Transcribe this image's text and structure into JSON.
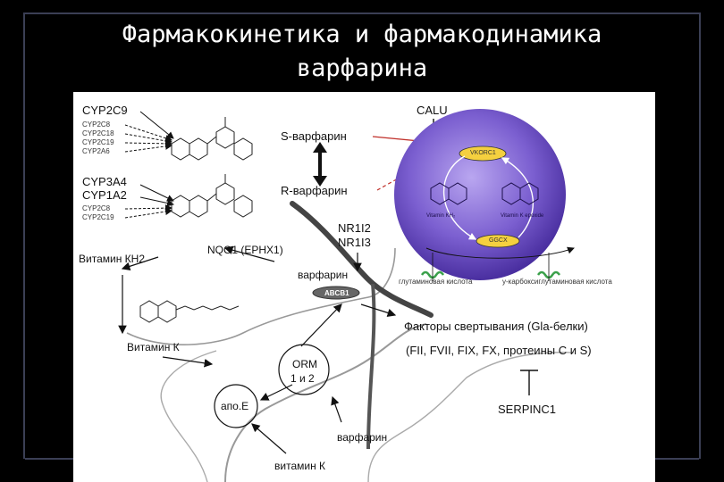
{
  "slide": {
    "title_line1": "Фармакокинетика и фармакодинамика",
    "title_line2": "варфарина"
  },
  "diagram": {
    "enzymes_top": {
      "main": "CYP2C9",
      "minor": [
        "CYP2C8",
        "CYP2C18",
        "CYP2C19",
        "CYP2A6"
      ]
    },
    "enzymes_bottom": {
      "main1": "CYP3A4",
      "main2": "CYP1A2",
      "minor": [
        "CYP2C8",
        "CYP2C19"
      ]
    },
    "s_warfarin": "S-варфарин",
    "r_warfarin": "R-варфарин",
    "calu": "CALU",
    "nr1i2": "NR1I2",
    "nr1i3": "NR1I3",
    "nqo1": "NQO1 (EPHX1)",
    "vitamin_kh2": "Витамин КН2",
    "warfarin_cell": "варфарин",
    "abcb1": "ABCB1",
    "vitamin_k": "Витамин К",
    "orm_line1": "ORM",
    "orm_line2": "1 и 2",
    "apoe": "апо.E",
    "warfarin_bottom": "варфарин",
    "vitamin_k_bottom": "витамин К",
    "vkorc1": "VKORC1",
    "ggcx": "GGCX",
    "vitamin_kh2_small": "Vitamin KH₂",
    "vitamin_k_epoxide": "Vitamin K epoxide",
    "glutamyl_left": "глутаминовая кислота",
    "glutamyl_right": "у-карбоксиглутаминовая кислота",
    "clotting_factors": "Факторы свертывания (Gla-белки)",
    "factor_list": "(FII, FVII, FIX, FX, протеины C и S)",
    "serpinc1": "SERPINC1"
  },
  "colors": {
    "background": "#000000",
    "title_text": "#ffffff",
    "sphere_purple": "#7b5fd0",
    "enzyme_yellow": "#f4d03f",
    "gla_green": "#3aa04a",
    "link_red": "#c0302a"
  }
}
